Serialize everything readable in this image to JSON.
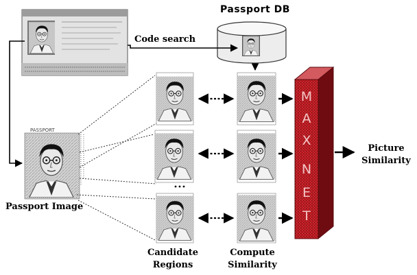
{
  "labels": {
    "db_title": "Passport DB",
    "code_search": "Code search",
    "passport_image": "Passport Image",
    "candidate_regions": "Candidate\nRegions",
    "compute_similarity": "Compute\nSimilarity",
    "maxnet_letters": [
      "M",
      "A",
      "X",
      "N",
      "E",
      "T"
    ],
    "picture_similarity": "Picture\nSimilarity",
    "small_passport_text": "PASSPORT"
  },
  "colors": {
    "maxnet_front": "#b4171f",
    "maxnet_side": "#6e0c12",
    "maxnet_top": "#d35a5f",
    "face_bg": "#cfcfcf",
    "dotted_line": "#333333"
  }
}
